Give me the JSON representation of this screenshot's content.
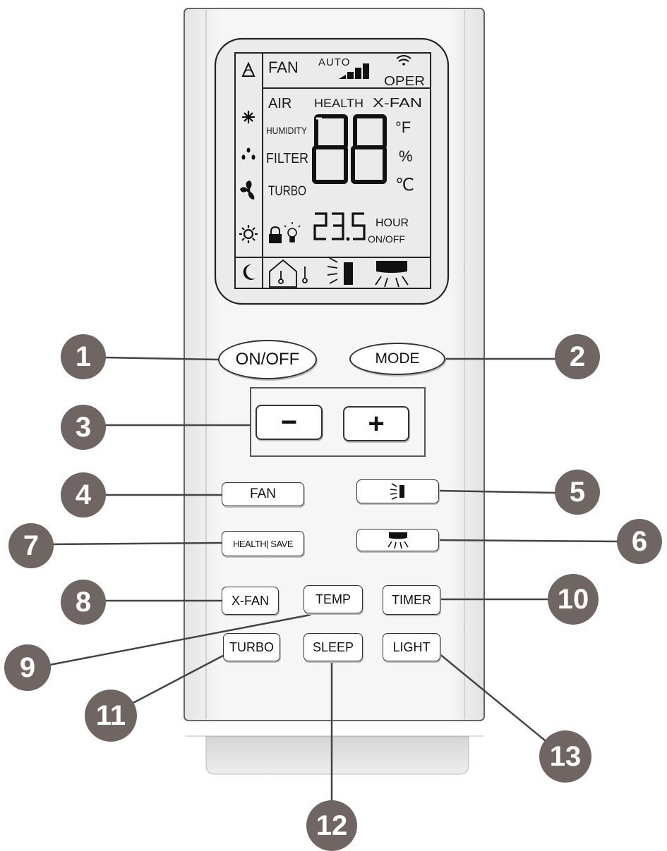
{
  "display": {
    "fan": "FAN",
    "auto": "AUTO",
    "oper": "OPER",
    "air": "AIR",
    "health": "HEALTH",
    "xfan": "X-FAN",
    "humidity": "HUMIDITY",
    "filter": "FILTER",
    "turbo": "TURBO",
    "big_digits": "88",
    "fahrenheit": "°F",
    "percent": "%",
    "celsius": "℃",
    "small_digits": "23.5",
    "hour": "HOUR",
    "onoff": "ON/OFF"
  },
  "buttons": {
    "onoff": "ON/OFF",
    "mode": "MODE",
    "minus": "−",
    "plus": "+",
    "fan": "FAN",
    "health_save": "HEALTH| SAVE",
    "xfan": "X-FAN",
    "temp": "TEMP",
    "timer": "TIMER",
    "turbo": "TURBO",
    "sleep": "SLEEP",
    "light": "LIGHT"
  },
  "callouts": [
    "1",
    "2",
    "3",
    "4",
    "5",
    "6",
    "7",
    "8",
    "9",
    "10",
    "11",
    "12",
    "13"
  ],
  "colors": {
    "callout": "#6f6562",
    "remote_body": "#f2f2f2"
  }
}
